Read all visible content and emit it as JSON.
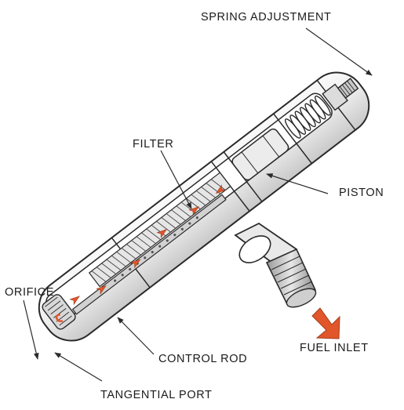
{
  "labels": {
    "spring_adjustment": "SPRING ADJUSTMENT",
    "filter": "FILTER",
    "piston": "PISTON",
    "orifice": "ORIFICE",
    "control_rod": "CONTROL ROD",
    "fuel_inlet": "FUEL INLET",
    "tangential_port": "TANGENTIAL PORT"
  },
  "colors": {
    "line": "#2a2a2a",
    "fuel_flow": "#e2562b",
    "metal_light": "#f2f2f2",
    "metal_mid": "#d6d6d6",
    "metal_dark": "#a8a8a8",
    "interior": "#ffffff"
  }
}
